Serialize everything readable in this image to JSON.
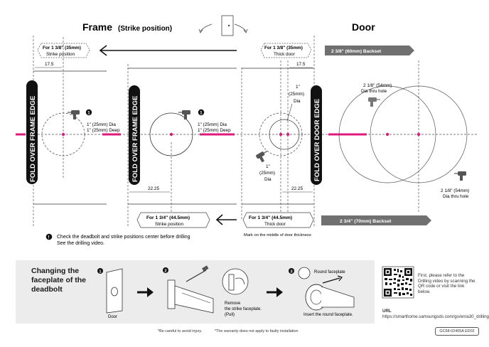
{
  "header": {
    "frame_title": "Frame",
    "frame_subtitle": "(Strike position)",
    "door_title": "Door"
  },
  "top_callouts": {
    "frame_top_line1": "For 1 3/8\" (35mm)",
    "frame_top_line2": "Strike position",
    "door_top_line1": "For 1 3/8\" (35mm)",
    "door_top_line2": "Thick door",
    "backset_60": "2 3/8\" (60mm) Backset"
  },
  "dimensions": {
    "d175_left": "17.5",
    "d175_right": "17.5",
    "d2225_left": "22.25",
    "d2225_right": "22.25"
  },
  "fold_labels": {
    "frame_edge": "FOLD OVER FRAME EDGE",
    "door_edge": "FOLD OVER DOOR EDGE"
  },
  "drill_notes": {
    "frame1_dia": "1\" (25mm) Dia",
    "frame1_deep": "1\" (25mm) Deep",
    "frame2_dia": "1\" (25mm) Dia",
    "frame2_deep": "1\" (25mm) Deep",
    "door_small_1": "1\"",
    "door_small_2": "(25mm)",
    "door_small_3": "Dia",
    "door_side_1": "1\"",
    "door_side_2": "(25mm)",
    "door_side_3": "Dia",
    "thru_top_1": "2 1/8\" (54mm)",
    "thru_top_2": "Dia thru hole",
    "thru_bottom_1": "2 1/8\" (54mm)",
    "thru_bottom_2": "Dia thru hole",
    "step_badge": "1"
  },
  "bottom_callouts": {
    "frame_bottom_line1": "For 1 3/4\" (44.5mm)",
    "frame_bottom_line2": "Strike position",
    "door_bottom_line1": "For 1 3/4\" (44.5mm)",
    "door_bottom_line2": "Thick door",
    "backset_70": "2 3/4\" (70mm) Backset",
    "mark_middle": "Mark on the middle of door thickness"
  },
  "check_note": {
    "badge": "!",
    "line1": "Check the deadbolt and strike positions center before drilling",
    "line2": "See the drilling video."
  },
  "panel": {
    "title": "Changing the faceplate of the deadbolt",
    "step1": "1",
    "step2": "2",
    "step3": "3",
    "door_label": "Door",
    "remove_1": "Remove",
    "remove_2": "the strike faceplate.",
    "remove_3": "(Pull)",
    "round_faceplate": "Round faceplate",
    "insert": "Insert the round faceplate."
  },
  "qr": {
    "text": "First, please refer to the Drilling video by scanning the QR code or visit the link below.",
    "url_label": "URL",
    "url": "https://smarthome.samsungsds.com/go/en/a30_drilling"
  },
  "footer": {
    "warn1": "*Be careful to avoid injury.",
    "warn2": "*The warranty does not apply to faulty installation",
    "doc_code": "GC68-02405A ED02"
  },
  "colors": {
    "accent": "#e0197d",
    "dark": "#1a1a1a",
    "arrow_gray": "#6b6b6b",
    "panel_gray": "#ececec"
  }
}
